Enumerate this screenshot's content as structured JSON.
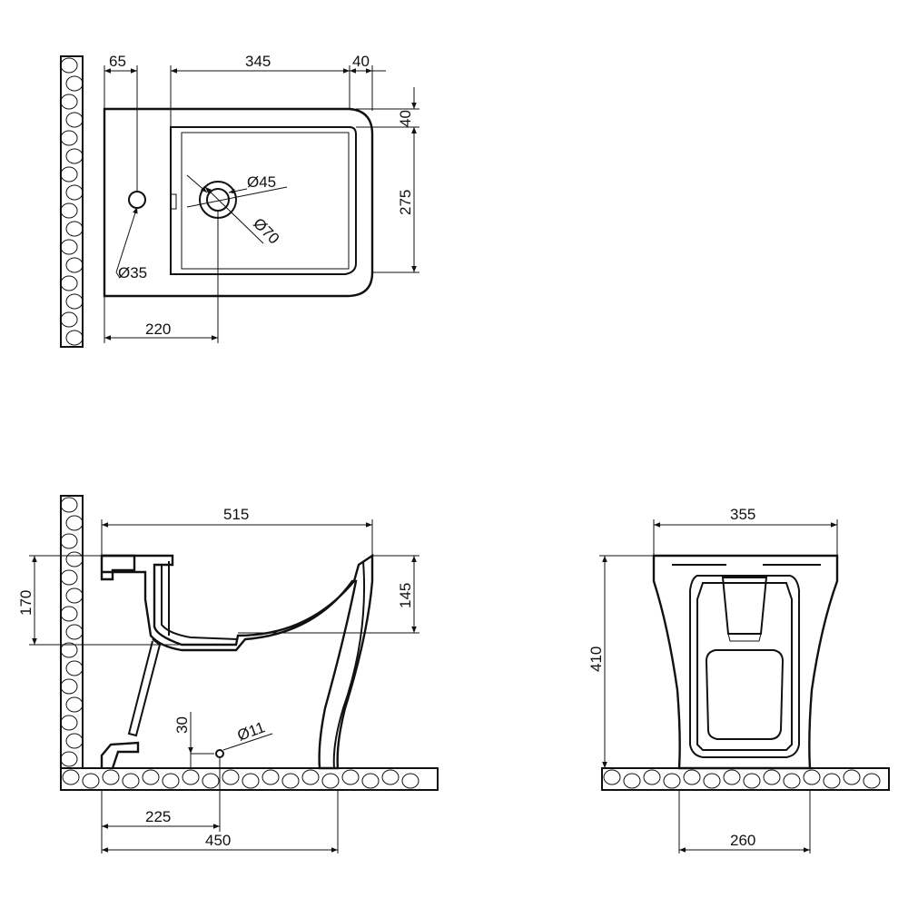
{
  "top_view": {
    "dim_left_offset": "65",
    "dim_bowl_width": "345",
    "dim_right_rim": "40",
    "dim_top_rim": "40",
    "dim_bowl_depth": "275",
    "dim_tap_hole": "Ø35",
    "dim_drain_inner": "Ø45",
    "dim_drain_outer": "Ø70",
    "dim_drain_offset": "220"
  },
  "side_view": {
    "dim_length": "515",
    "dim_inlet_height": "170",
    "dim_bowl_height": "145",
    "dim_fixing_height": "30",
    "dim_fixing_hole": "Ø11",
    "dim_fixing_offset": "225",
    "dim_base_length": "450"
  },
  "front_view": {
    "dim_width": "355",
    "dim_height": "410",
    "dim_base_width": "260"
  }
}
